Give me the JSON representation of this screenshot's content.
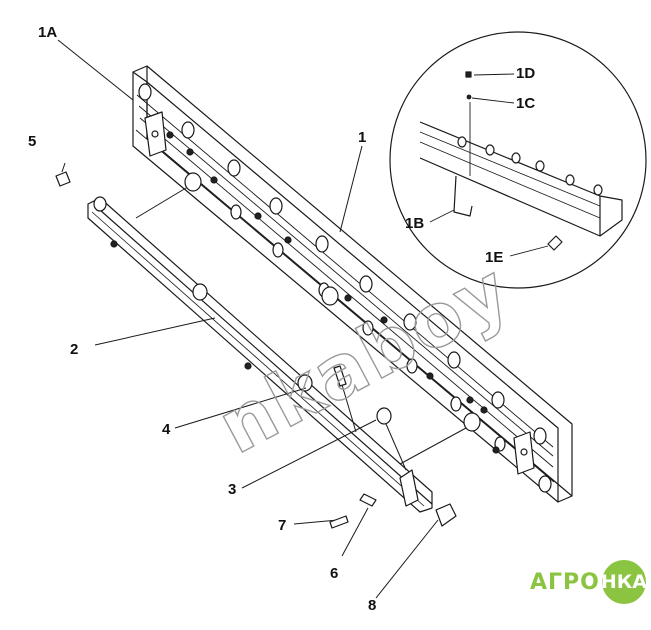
{
  "labels": {
    "l1A": "1A",
    "l1": "1",
    "l1D": "1D",
    "l1C": "1C",
    "l1B": "1B",
    "l1E": "1E",
    "l5": "5",
    "l2": "2",
    "l4": "4",
    "l3": "3",
    "l7": "7",
    "l6": "6",
    "l8": "8"
  },
  "watermark": "nkaboy",
  "brand": {
    "left": "АГРО",
    "circle": "НКА"
  },
  "colors": {
    "line": "#1a1a1a",
    "brand_green": "#8ac441",
    "watermark": "#9a9a9a"
  }
}
